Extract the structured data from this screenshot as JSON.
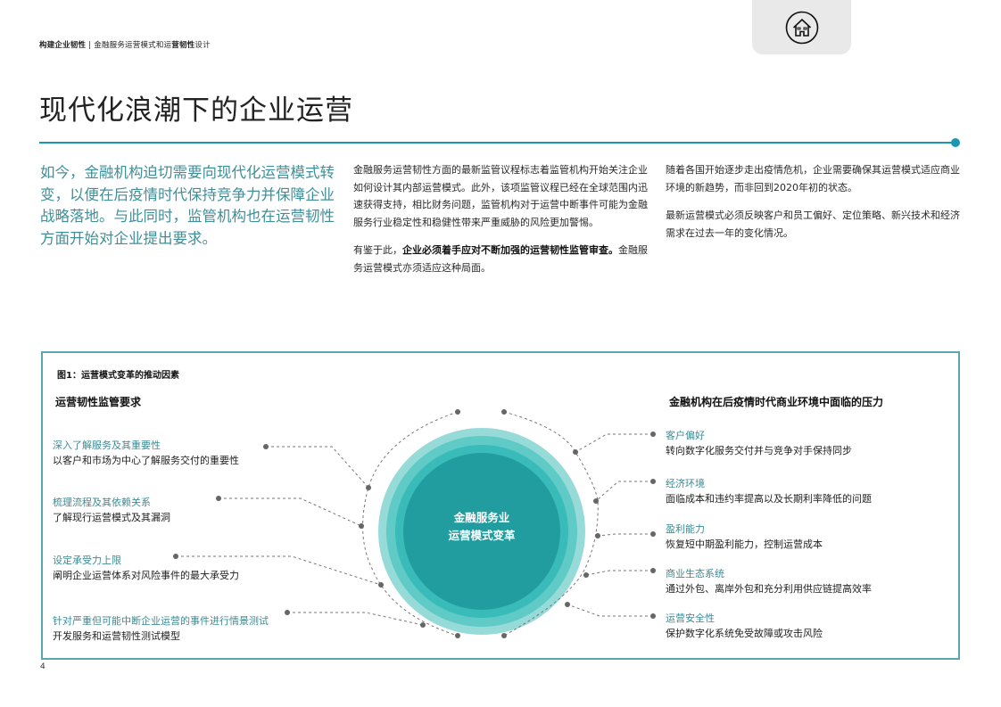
{
  "header": {
    "breadcrumb_section": "构建企业韧性",
    "breadcrumb_separator": "|",
    "breadcrumb_doc_part1": "金融服务运营模式和运",
    "breadcrumb_doc_part2": "营韧性",
    "breadcrumb_doc_part3": "设计",
    "home_icon": "home-icon"
  },
  "page": {
    "title": "现代化浪潮下的企业运营",
    "accent_color": "#1a97b3",
    "lead_color": "#3f8f98",
    "page_number": "4"
  },
  "intro": {
    "lead": "如今，金融机构迫切需要向现代化运营模式转变，以便在后疫情时代保持竞争力并保障企业战略落地。与此同时，监管机构也在运营韧性方面开始对企业提出要求。",
    "mid_p1": "金融服务运营韧性方面的最新监管议程标志着监管机构开始关注企业如何设计其内部运营模式。此外，该项监管议程已经在全球范围内迅速获得支持，相比财务问题，监管机构对于运营中断事件可能为金融服务行业稳定性和稳健性带来严重威胁的风险更加警惕。",
    "mid_p2_prefix": "有鉴于此，",
    "mid_p2_bold": "企业必须着手应对不断加强的运营韧性监管审查。",
    "mid_p2_suffix": "金融服务运营模式亦须适应这种局面。",
    "right_p1": "随着各国开始逐步走出疫情危机，企业需要确保其运营模式适应商业环境的新趋势，而非回到2020年初的状态。",
    "right_p2": "最新运营模式必须反映客户和员工偏好、定位策略、新兴技术和经济需求在过去一年的变化情况。"
  },
  "figure": {
    "caption": "图1：运营模式变革的推动因素",
    "center_line1": "金融服务业",
    "center_line2": "运营模式变革",
    "ring_colors": [
      "#97dbd9",
      "#5fcac6",
      "#39bcb9",
      "#219c9f"
    ],
    "left_heading": "运营韧性监管要求",
    "left_items": [
      {
        "title": "深入了解服务及其重要性",
        "desc": "以客户和市场为中心了解服务交付的重要性"
      },
      {
        "title": "梳理流程及其依赖关系",
        "desc": "了解现行运营模式及其漏洞"
      },
      {
        "title": "设定承受力上限",
        "desc": "阐明企业运营体系对风险事件的最大承受力"
      },
      {
        "title": "针对严重但可能中断企业运营的事件进行情景测试",
        "desc": "开发服务和运营韧性测试模型"
      }
    ],
    "right_heading": "金融机构在后疫情时代商业环境中面临的压力",
    "right_items": [
      {
        "title": "客户偏好",
        "desc": "转向数字化服务交付并与竞争对手保持同步"
      },
      {
        "title": "经济环境",
        "desc": "面临成本和违约率提高以及长期利率降低的问题"
      },
      {
        "title": "盈利能力",
        "desc": "恢复短中期盈利能力，控制运营成本"
      },
      {
        "title": "商业生态系统",
        "desc": "通过外包、离岸外包和充分利用供应链提高效率"
      },
      {
        "title": "运营安全性",
        "desc": "保护数字化系统免受故障或攻击风险"
      }
    ]
  }
}
